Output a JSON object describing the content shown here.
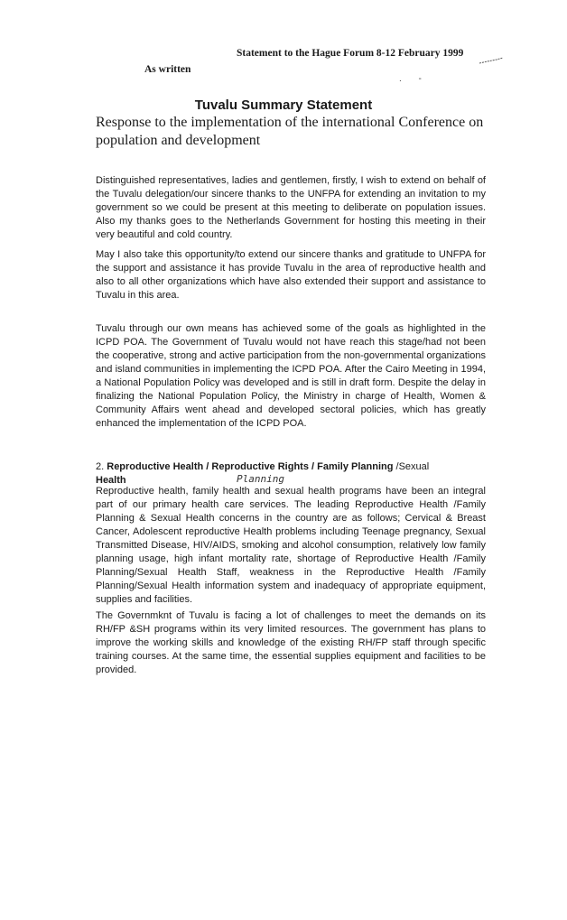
{
  "header": {
    "line": "Statement to the Hague Forum 8-12 February 1999",
    "as_written": "As written",
    "dots": ". -"
  },
  "title": "Tuvalu Summary Statement",
  "subtitle": "Response to the implementation of the international Conference on population and development",
  "paragraphs": {
    "p1": "Distinguished representatives, ladies and gentlemen, firstly, I wish to extend on behalf of the Tuvalu delegation/our sincere thanks to the UNFPA for extending an invitation to my government so we could be present at this meeting to deliberate on population issues. Also my thanks goes to the Netherlands Government for hosting this meeting in their very beautiful and cold country.",
    "p2": "May I also take this opportunity/to extend our sincere thanks and gratitude to UNFPA for the support and assistance it has provide Tuvalu in the area of reproductive health and also to all other organizations which have also extended their support and assistance to Tuvalu in this area.",
    "p3": "Tuvalu through our own means has achieved some of the goals as highlighted in the ICPD POA. The Government of Tuvalu would not have reach this stage/had not been the cooperative, strong and active participation from the non-governmental organizations and island communities in implementing the ICPD POA. After the Cairo Meeting in 1994, a National Population Policy was developed and is still in draft form. Despite the delay in finalizing the National Population Policy, the Ministry in charge of Health, Women & Community Affairs went ahead and developed sectoral policies, which has greatly enhanced the implementation of the ICPD POA.",
    "p4": "Reproductive health, family health and sexual health programs have been an integral part of our primary health care services. The leading Reproductive Health /Family Planning & Sexual Health concerns in the country are as follows; Cervical & Breast Cancer, Adolescent reproductive Health problems including Teenage pregnancy, Sexual Transmitted Disease, HIV/AIDS, smoking and alcohol consumption, relatively low family planning usage, high infant mortality rate, shortage of Reproductive Health /Family Planning/Sexual Health Staff, weakness in the Reproductive Health /Family Planning/Sexual Health information system and inadequacy of appropriate equipment, supplies and facilities.",
    "p5": "The Governmknt of Tuvalu is facing a lot of challenges to meet the demands on its RH/FP &SH programs within its very limited resources. The government has plans to improve the working skills and knowledge of the existing RH/FP staff through specific training courses. At the same time, the essential supplies equipment and facilities to be provided."
  },
  "section": {
    "number": "2.",
    "heading_bold": "Reproductive Health / Reproductive Rights / Family Planning",
    "heading_tail": "/Sexual",
    "heading_line2": "Health"
  },
  "handwritten": "Planning"
}
